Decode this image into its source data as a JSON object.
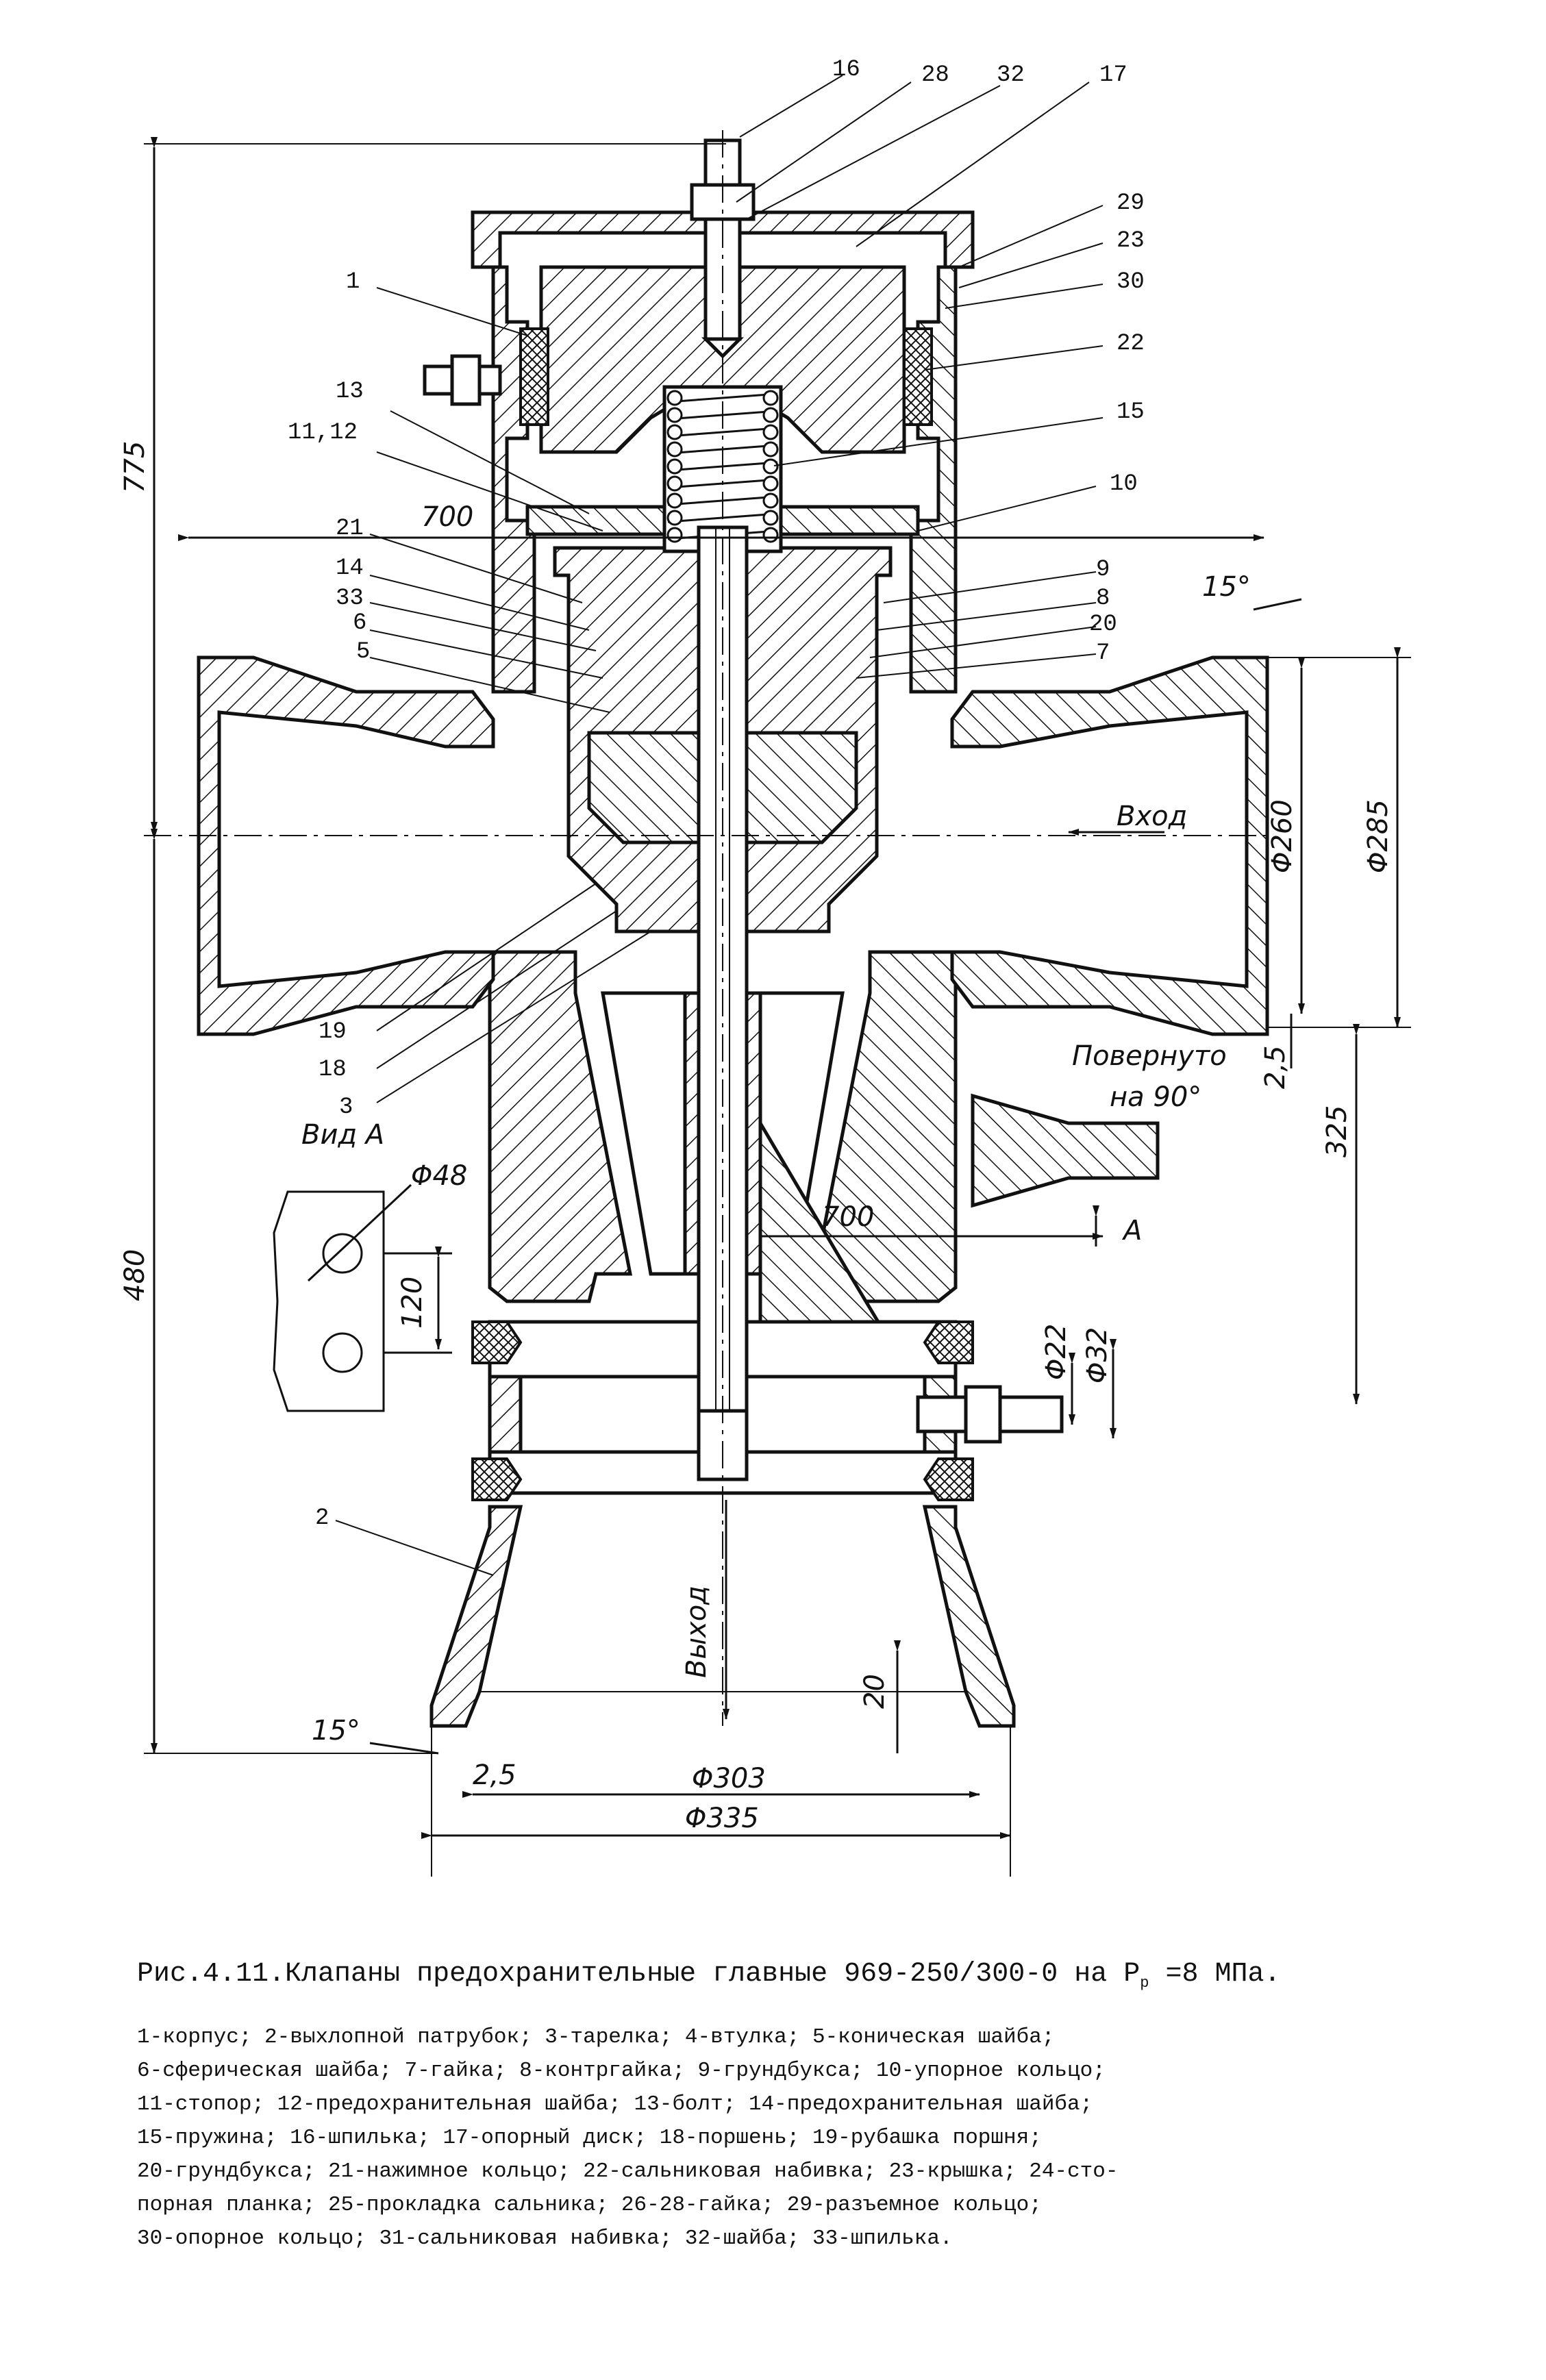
{
  "figure": {
    "title_prefix": "Рис.4.11.Клапаны предохранительные главные 969-250/300-0 на P",
    "title_sub": "р",
    "title_suffix": " =8 МПа.",
    "legend_lines": [
      "1-корпус; 2-выхлопной патрубок; 3-тарелка; 4-втулка; 5-коническая шайба;",
      "6-сферическая шайба; 7-гайка; 8-контргайка; 9-грундбукса; 10-упорное кольцо;",
      "11-стопор; 12-предохранительная шайба; 13-болт; 14-предохранительная шайба;",
      "15-пружина; 16-шпилька; 17-опорный диск; 18-поршень; 19-рубашка поршня;",
      "20-грундбукса; 21-нажимное кольцо; 22-сальниковая набивка; 23-крышка; 24-сто-",
      "порная планка; 25-прокладка сальника; 26-28-гайка; 29-разъемное кольцо;",
      "30-опорное кольцо; 31-сальниковая набивка; 32-шайба; 33-шпилька."
    ]
  },
  "drawing": {
    "callouts_top": [
      "16",
      "28",
      "32",
      "17"
    ],
    "callouts_right": [
      "29",
      "23",
      "30",
      "22",
      "15",
      "10",
      "9",
      "8",
      "20",
      "7"
    ],
    "callouts_left": [
      "1",
      "13",
      "11,12",
      "21",
      "14",
      "33",
      "6",
      "5"
    ],
    "callouts_bottom_left": [
      "19",
      "18",
      "3",
      "2"
    ],
    "dimensions": {
      "overall_height": "775",
      "lower_height": "480",
      "upper_width": "700",
      "mid_width": "700",
      "inlet_inner": "Φ260",
      "inlet_outer": "Φ285",
      "outlet_inner": "Φ303",
      "outlet_outer": "Φ335",
      "bolt_hole": "Φ48",
      "bolt_spacing": "120",
      "drain_inner": "Φ22",
      "drain_outer": "Φ32",
      "flange_offset": "325",
      "chamfer_a": "2,5",
      "chamfer_b": "2,5",
      "outlet_wall": "20",
      "angle_top": "15°",
      "angle_bottom": "15°"
    },
    "labels": {
      "inlet": "Вход",
      "outlet": "Выход",
      "rotated_1": "Повернуто",
      "rotated_2": "на 90°",
      "view": "Вид А",
      "arrow_a": "А"
    }
  }
}
